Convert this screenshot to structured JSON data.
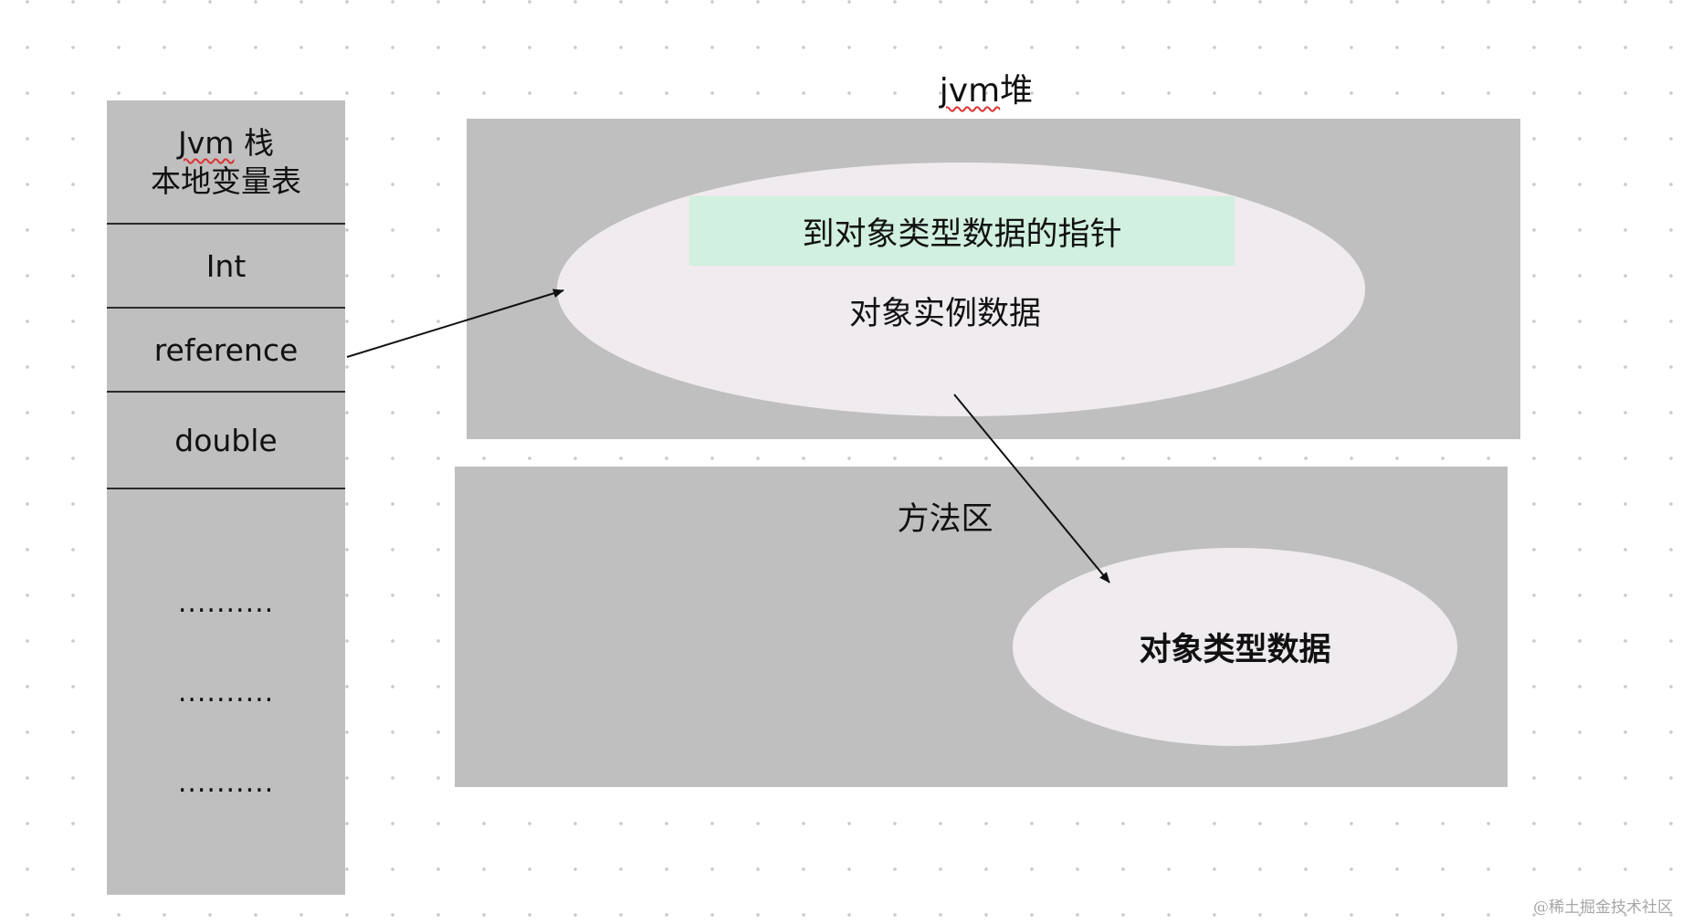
{
  "stack": {
    "title_part1": "Jvm",
    "title_part2": " 栈",
    "title_line2": "本地变量表",
    "slots": [
      "Int",
      "reference",
      "double",
      "..........",
      "..........",
      ".........."
    ]
  },
  "heap": {
    "label_part1": "jvm",
    "label_part2": "堆",
    "pointer_label": "到对象类型数据的指针",
    "instance_label": "对象实例数据"
  },
  "method_area": {
    "label": "方法区",
    "class_data_label": "对象类型数据"
  },
  "watermark": "@稀土掘金技术社区"
}
